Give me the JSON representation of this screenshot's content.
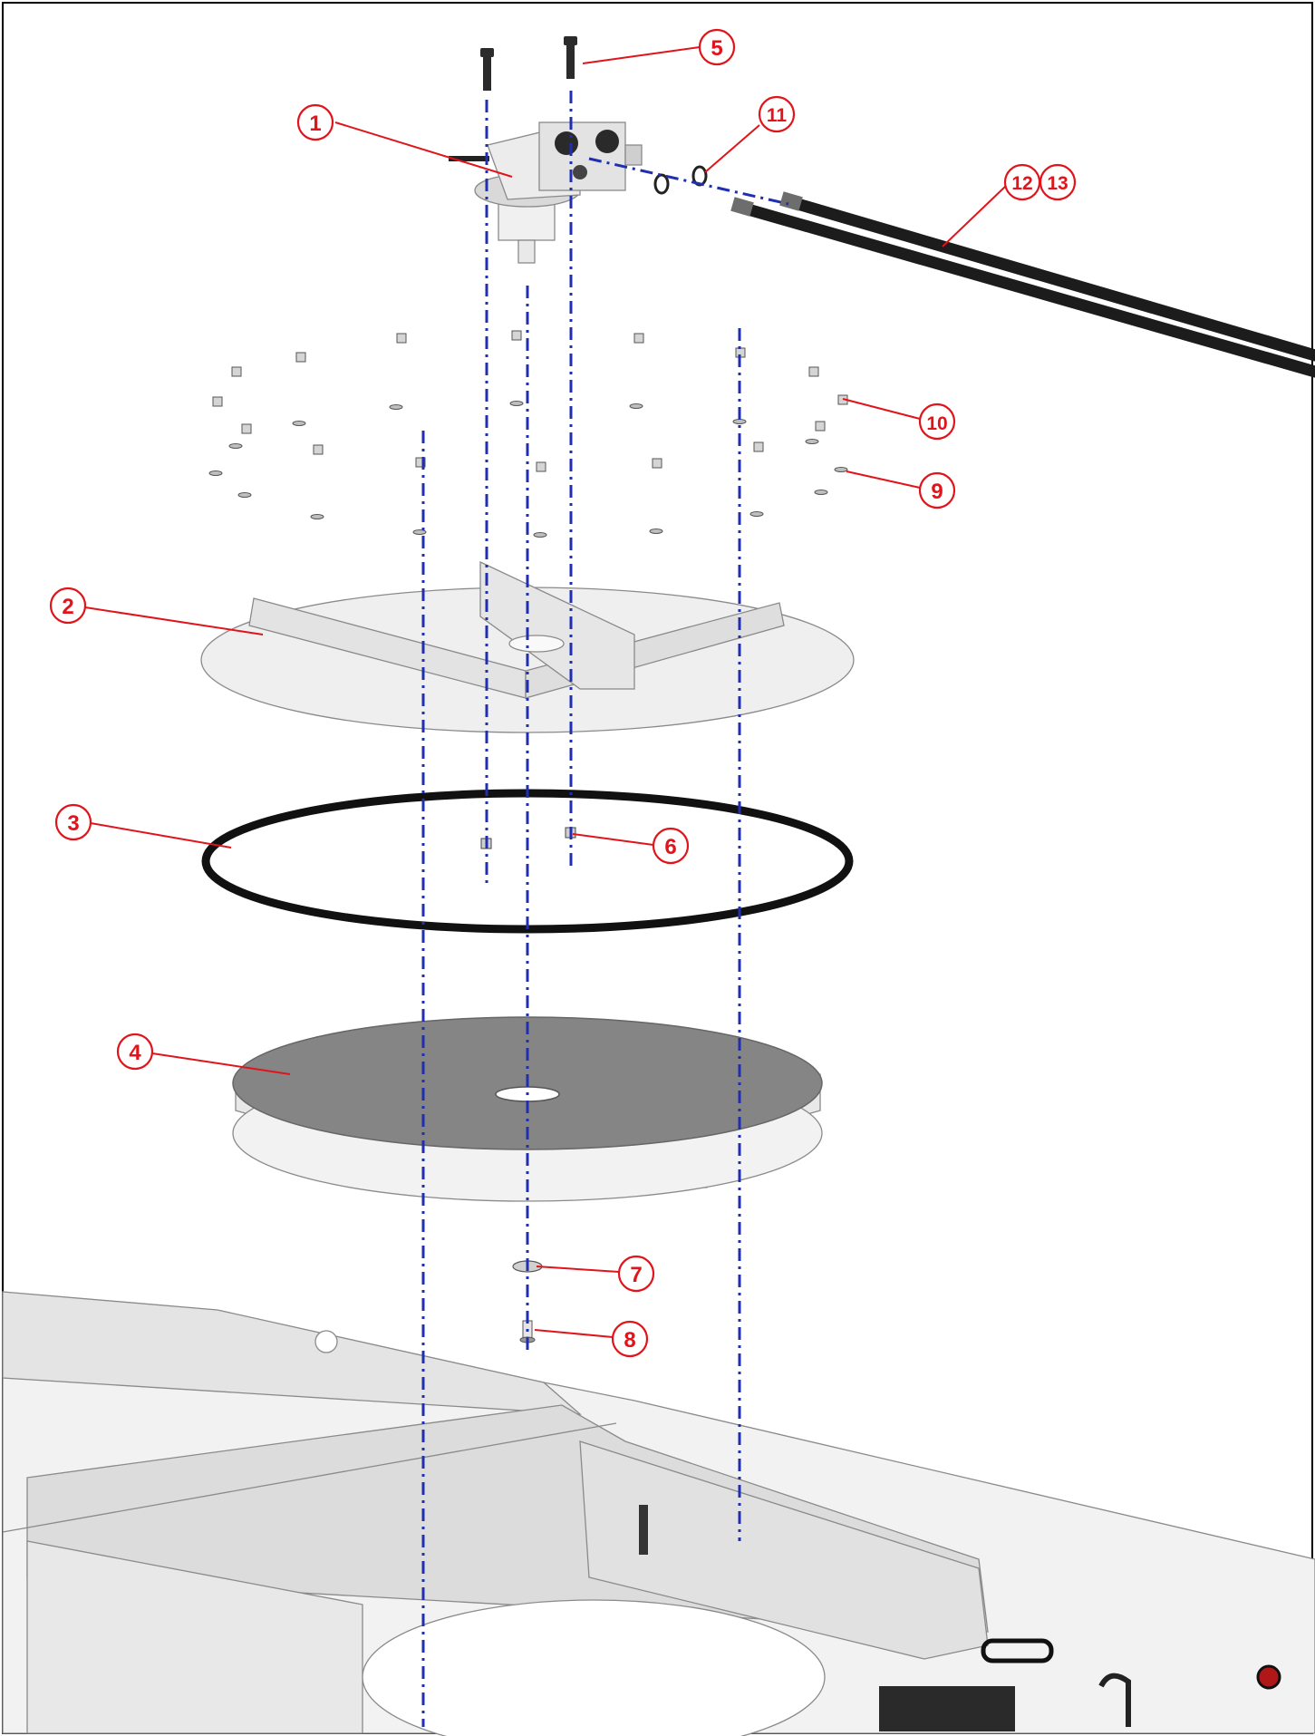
{
  "callouts": [
    {
      "id": "1",
      "label": "1"
    },
    {
      "id": "2",
      "label": "2"
    },
    {
      "id": "3",
      "label": "3"
    },
    {
      "id": "4",
      "label": "4"
    },
    {
      "id": "5",
      "label": "5"
    },
    {
      "id": "6",
      "label": "6"
    },
    {
      "id": "7",
      "label": "7"
    },
    {
      "id": "8",
      "label": "8"
    },
    {
      "id": "9",
      "label": "9"
    },
    {
      "id": "10",
      "label": "10"
    },
    {
      "id": "11",
      "label": "11"
    },
    {
      "id": "12",
      "label": "12"
    },
    {
      "id": "13",
      "label": "13"
    }
  ],
  "colors": {
    "callout": "#e0141a",
    "axis": "#1f2fb0",
    "part_fill": "#e9e9e9",
    "part_dark": "#222222",
    "impeller_top": "#858585",
    "frame_border": "#000000"
  }
}
